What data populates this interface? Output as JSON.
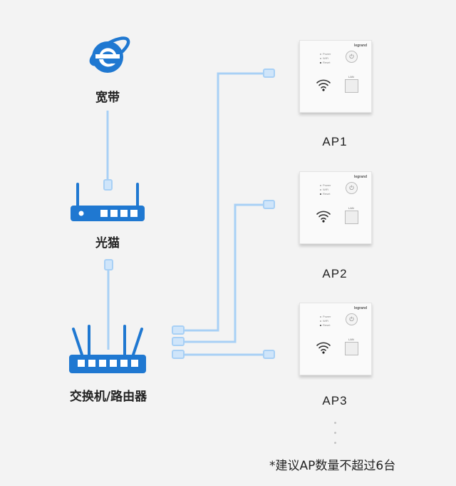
{
  "colors": {
    "background": "#f3f3f3",
    "icon_blue": "#1f78d1",
    "cable_blue": "#a8d0f5",
    "text": "#222222"
  },
  "nodes": {
    "broadband": {
      "label": "宽带",
      "icon": "internet-explorer-icon"
    },
    "modem": {
      "label": "光猫",
      "icon": "modem-icon"
    },
    "router": {
      "label": "交换机/路由器",
      "icon": "router-icon"
    }
  },
  "access_points": [
    {
      "label": "AP1",
      "brand": "legrand",
      "indicators": [
        "Power",
        "WiFi",
        "Reset"
      ],
      "port_label": "LAN"
    },
    {
      "label": "AP2",
      "brand": "legrand",
      "indicators": [
        "Power",
        "WiFi",
        "Reset"
      ],
      "port_label": "LAN"
    },
    {
      "label": "AP3",
      "brand": "legrand",
      "indicators": [
        "Power",
        "WiFi",
        "Reset"
      ],
      "port_label": "LAN"
    }
  ],
  "footnote": "*建议AP数量不超过6台"
}
